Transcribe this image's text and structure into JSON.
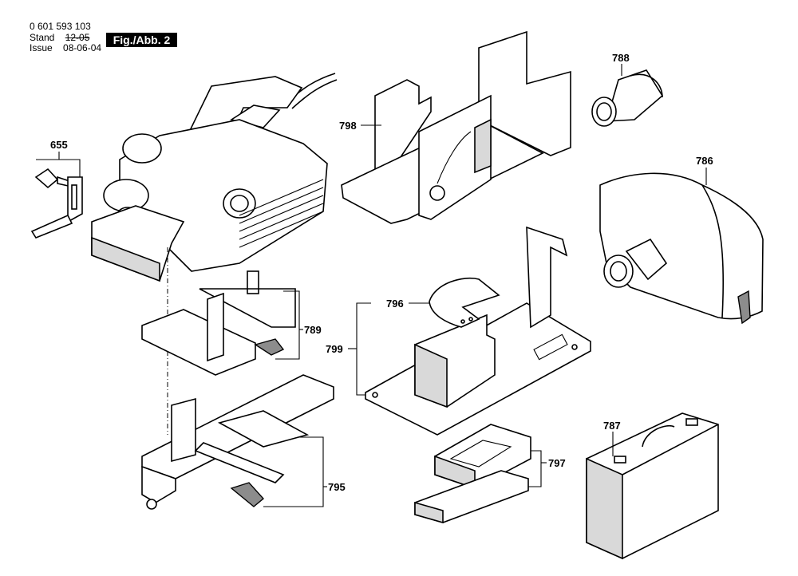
{
  "header": {
    "doc_number": "0 601 593 103",
    "stand_label": "Stand",
    "stand_old": "12-05",
    "issue_label": "Issue",
    "issue_date": "08-06-04",
    "figure_badge": "Fig./Abb. 2"
  },
  "parts": {
    "p655": "655",
    "p789": "789",
    "p795": "795",
    "p798": "798",
    "p788": "788",
    "p786": "786",
    "p796": "796",
    "p799": "799",
    "p797": "797",
    "p787": "787"
  }
}
